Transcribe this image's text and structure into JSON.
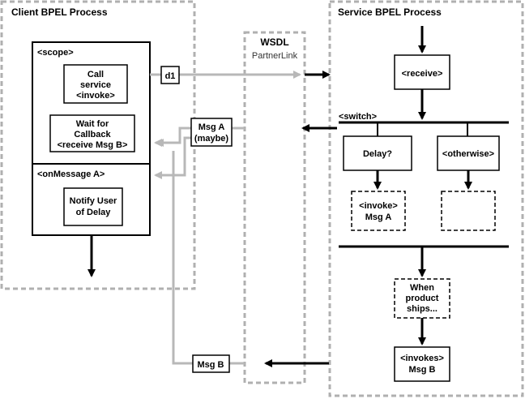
{
  "client": {
    "title": "Client BPEL Process",
    "scope_label": "<scope>",
    "call_service": [
      "Call",
      "service",
      "<invoke>"
    ],
    "wait_callback": [
      "Wait for",
      "Callback",
      "<receive Msg B>"
    ],
    "onmessage_label": "<onMessage A>",
    "notify_user": [
      "Notify User",
      "of Delay"
    ]
  },
  "wsdl": {
    "title": "WSDL",
    "subtitle": "PartnerLink"
  },
  "messages": {
    "d1": "d1",
    "msg_a": [
      "Msg A",
      "(maybe)"
    ],
    "msg_b": "Msg B"
  },
  "service": {
    "title": "Service BPEL Process",
    "receive_label": "<receive>",
    "switch_label": "<switch>",
    "delay_label": "Delay?",
    "otherwise_label": "<otherwise>",
    "invoke_msg_a": [
      "<invoke>",
      "Msg A"
    ],
    "when_ships": [
      "When",
      "product",
      "ships..."
    ],
    "invokes_msg_b": [
      "<invokes>",
      "Msg B"
    ]
  },
  "colors": {
    "dash_border": "#b0b0b0",
    "gray_flow": "#b8b8b8",
    "black_flow": "#000000"
  }
}
